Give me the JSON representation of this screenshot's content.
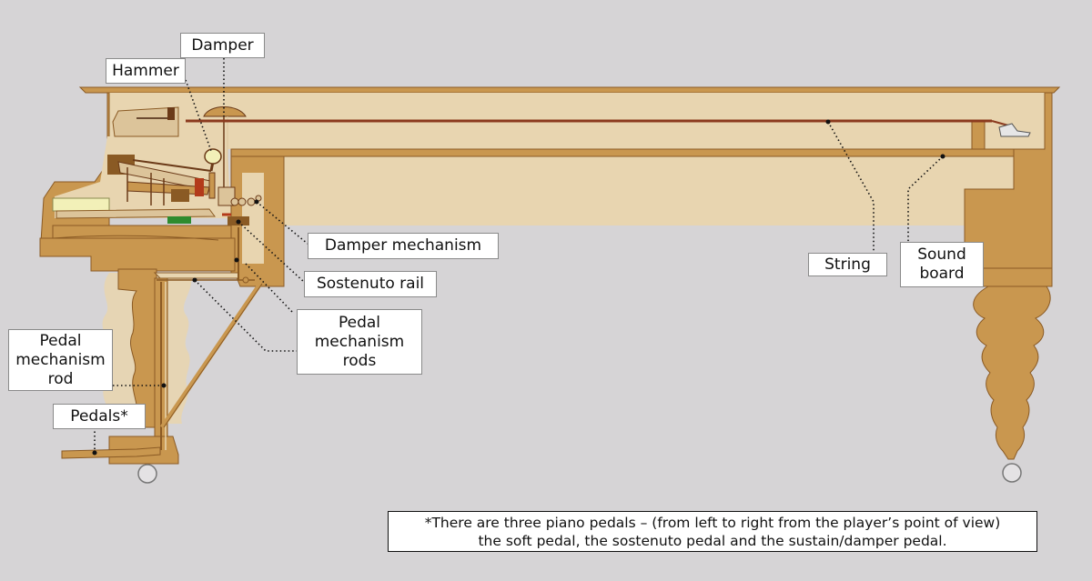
{
  "colors": {
    "background": "#d6d4d6",
    "wood": "#c9974f",
    "wood_dark": "#8a5a24",
    "interior": "#e8d5b0",
    "string": "#8b3a1e",
    "felt_green": "#2e8b2e",
    "leader": "#111111"
  },
  "labels": {
    "damper": "Damper",
    "hammer": "Hammer",
    "damper_mechanism": "Damper mechanism",
    "sostenuto_rail": "Sostenuto rail",
    "pedal_mechanism_rods": "Pedal\nmechanism\nrods",
    "pedal_mechanism_rod": "Pedal\nmechanism\nrod",
    "pedals": "Pedals*",
    "string": "String",
    "sound_board": "Sound\nboard"
  },
  "footnote": {
    "line1": "*There are three piano pedals – (from left to right from the player’s point of view)",
    "line2": "the soft pedal, the sostenuto pedal and the sustain/damper pedal."
  }
}
